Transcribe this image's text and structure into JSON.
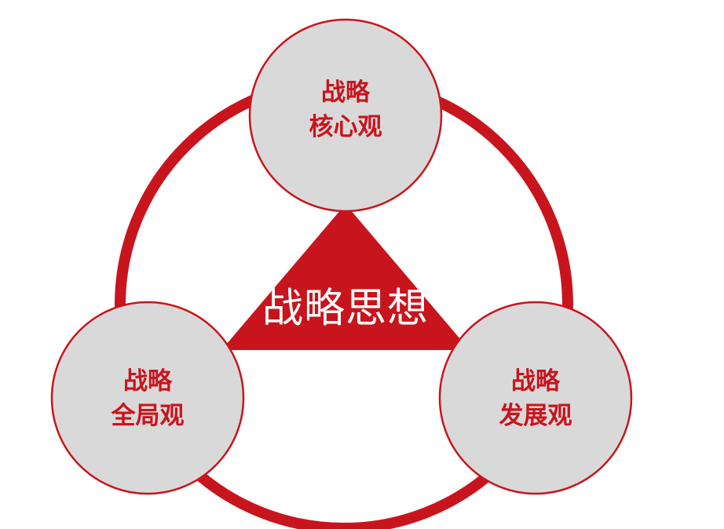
{
  "diagram": {
    "center": {
      "label": "战略思想"
    },
    "nodes": [
      {
        "id": "core",
        "line1": "战略",
        "line2": "核心观"
      },
      {
        "id": "global",
        "line1": "战略",
        "line2": "全局观"
      },
      {
        "id": "development",
        "line1": "战略",
        "line2": "发展观"
      }
    ]
  },
  "colors": {
    "accent": "#c8151d",
    "node_fill": "#d9d9d9",
    "text_on_accent": "#ffffff"
  }
}
